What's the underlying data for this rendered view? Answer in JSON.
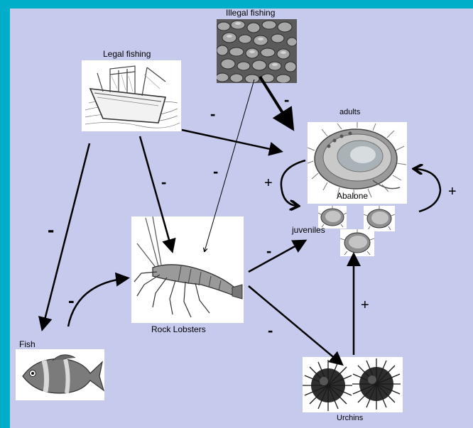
{
  "labels": {
    "illegal_fishing": "Illegal fishing",
    "legal_fishing": "Legal fishing",
    "adults": "adults",
    "abalone": "Abalone",
    "juveniles": "juveniles",
    "rock_lobsters": "Rock Lobsters",
    "fish": "Fish",
    "urchins": "Urchins"
  },
  "signs": {
    "legal_to_abalone": "-",
    "legal_to_lobster": "-",
    "legal_to_fish": "-",
    "illegal_to_abalone": "-",
    "illegal_to_lobster": "-",
    "fish_to_lobster": "-",
    "lobster_to_juveniles": "-",
    "lobster_to_urchins": "-",
    "urchins_to_juveniles": "+",
    "adults_to_juveniles": "+",
    "juveniles_to_adults": "+"
  },
  "colors": {
    "frame": "#00aec9",
    "background": "#c6cbee",
    "arrow": "#000000"
  }
}
